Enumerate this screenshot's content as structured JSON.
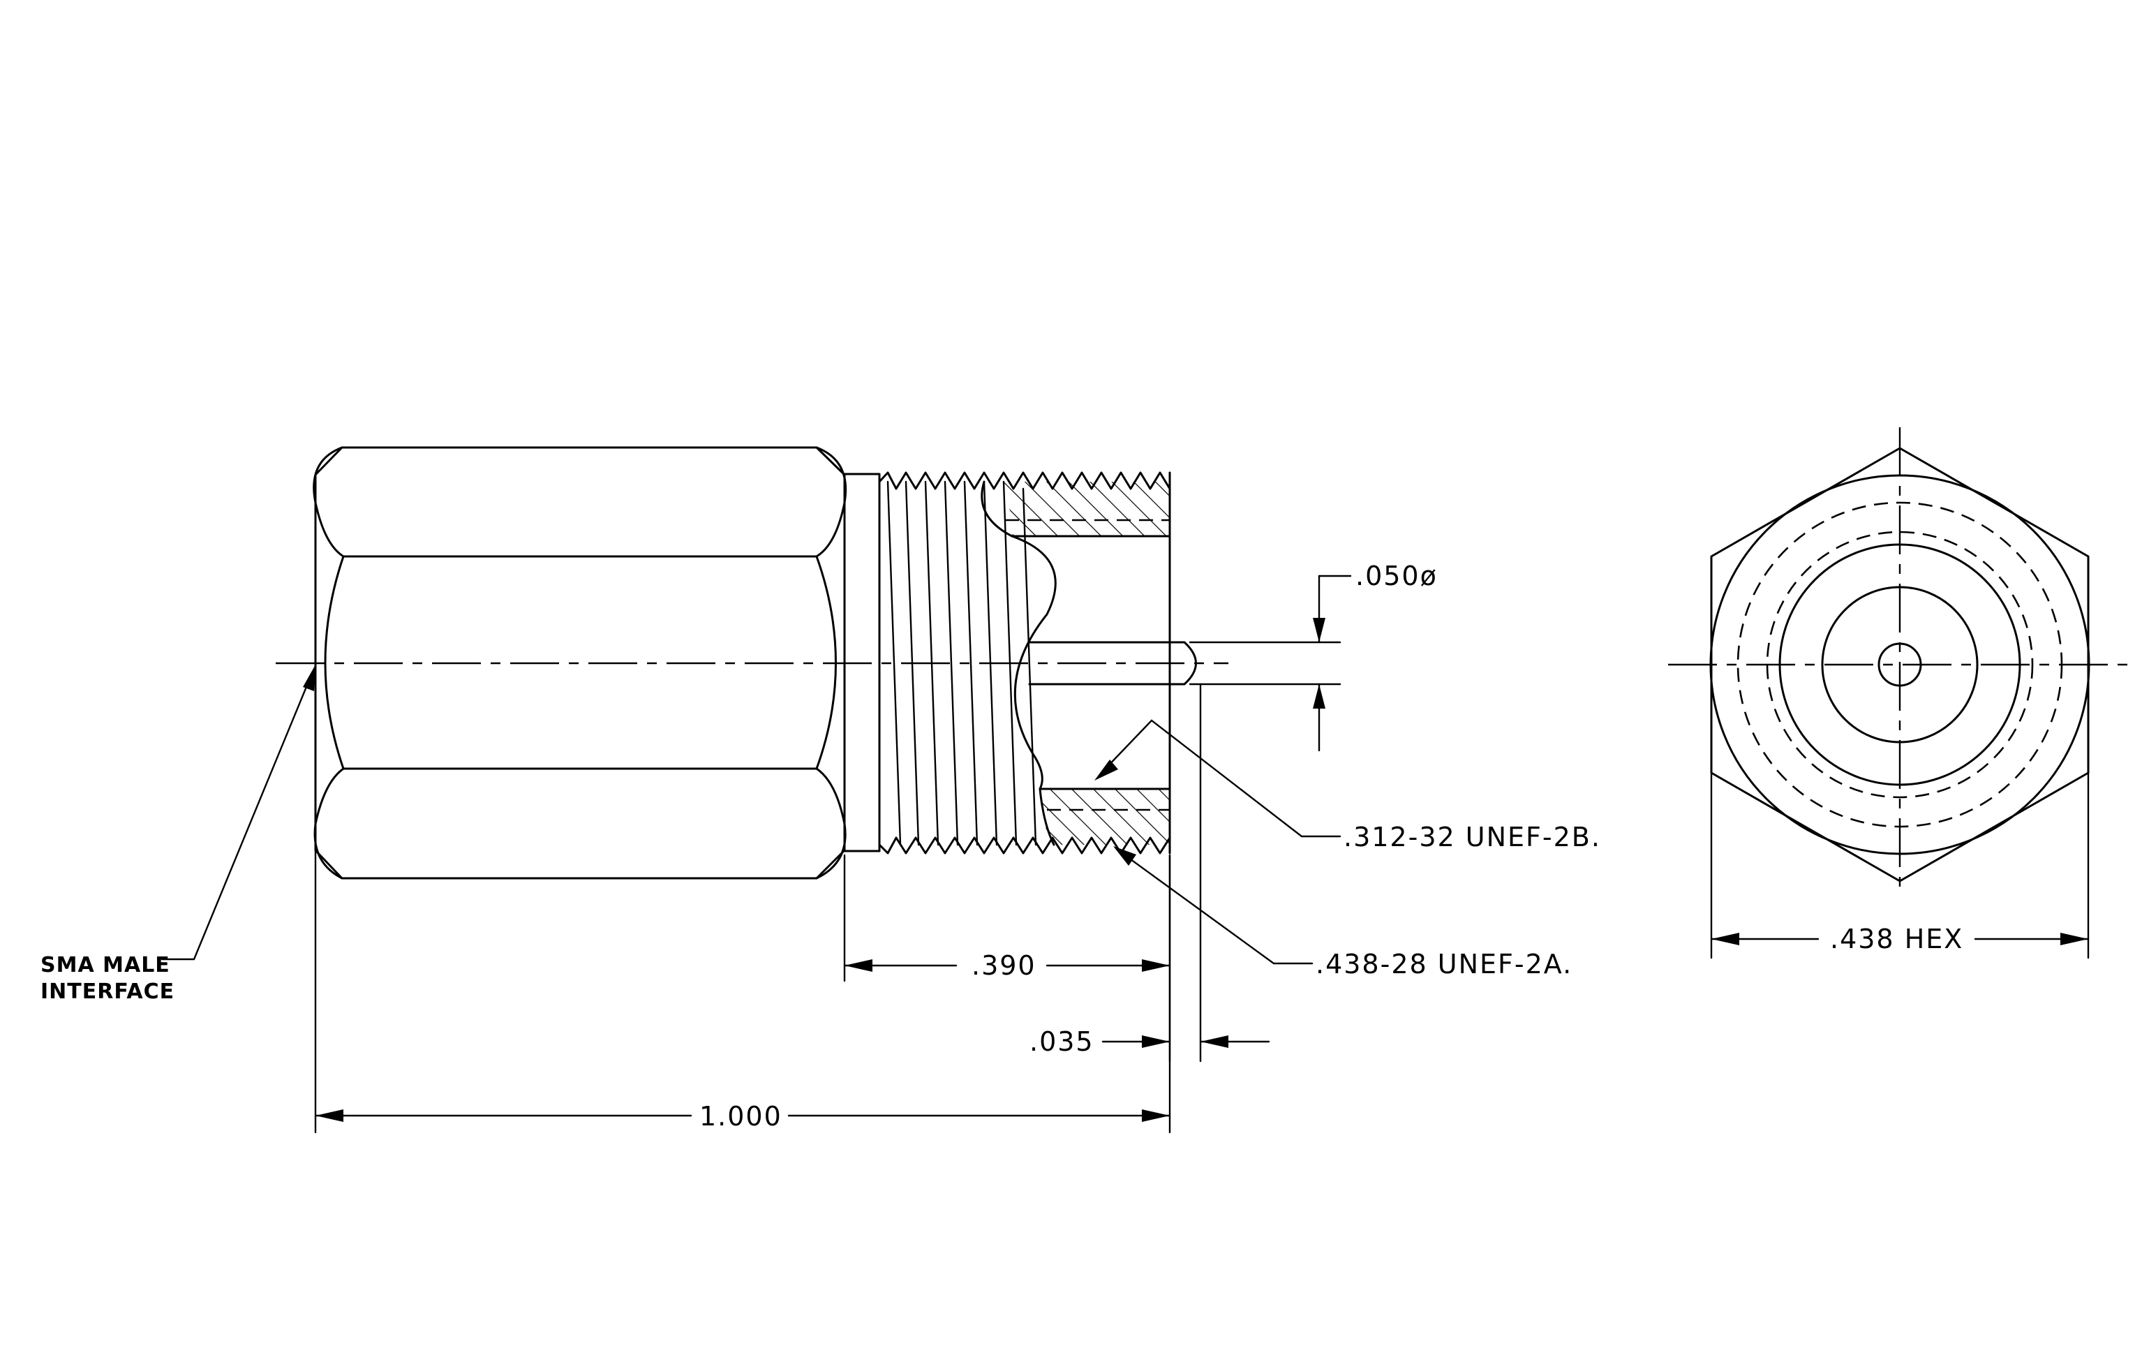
{
  "drawing": {
    "callouts": {
      "pin_diameter": ".050ø",
      "internal_thread": ".312-32 UNEF-2B.",
      "external_thread": ".438-28 UNEF-2A.",
      "interface_line1": "SMA MALE",
      "interface_line2": "INTERFACE"
    },
    "dimensions": {
      "thread_length": ".390",
      "pin_recess": ".035",
      "overall_length": "1.000",
      "hex_size": ".438 HEX"
    }
  }
}
